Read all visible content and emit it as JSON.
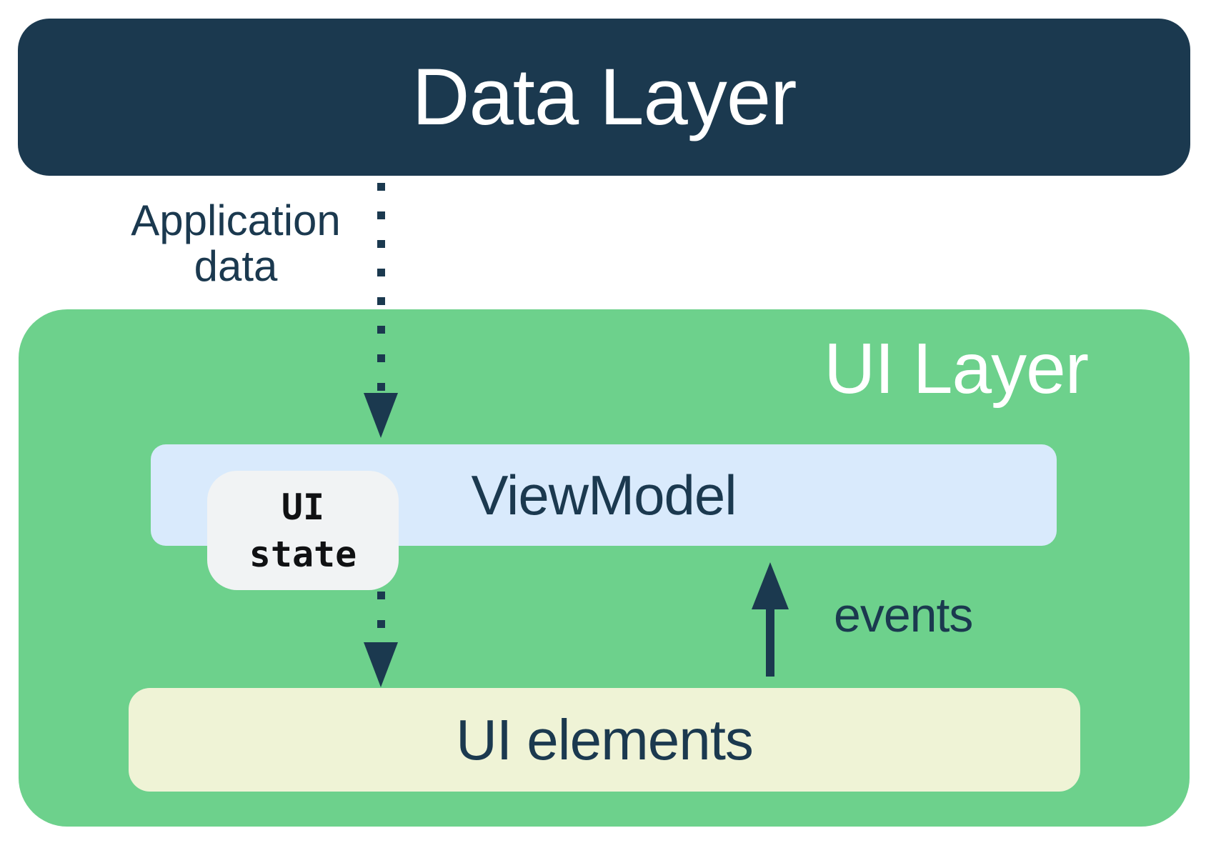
{
  "diagram": {
    "data_layer": {
      "label": "Data Layer"
    },
    "ui_layer": {
      "label": "UI Layer"
    },
    "viewmodel": {
      "label": "ViewModel"
    },
    "ui_state": {
      "label": "UI\nstate"
    },
    "ui_elements": {
      "label": "UI elements"
    },
    "flows": {
      "application_data": {
        "label": "Application\ndata",
        "direction": "down",
        "style": "dotted"
      },
      "events": {
        "label": "events",
        "direction": "up",
        "style": "solid"
      }
    },
    "colors": {
      "navy": "#1B394F",
      "green": "#6DD18C",
      "light_blue": "#D9EAFC",
      "cream": "#EFF3D6",
      "gray": "#F1F3F4",
      "white": "#FFFFFF",
      "ui_state_text": "#101113"
    }
  }
}
